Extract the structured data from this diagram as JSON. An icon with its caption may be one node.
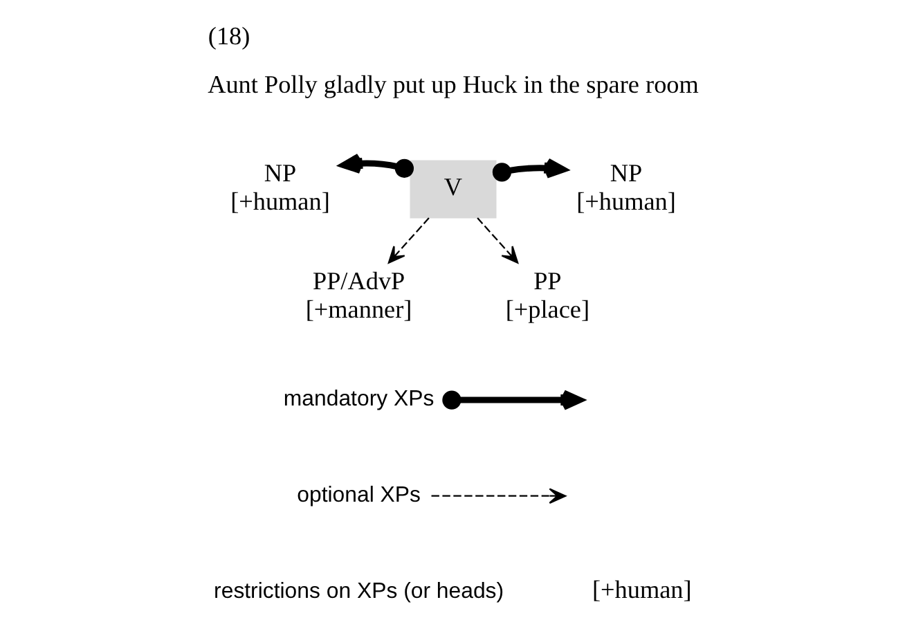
{
  "diagram": {
    "title": "(18)",
    "nodes": [
      {
        "text": [
          "NP",
          "[+human]"
        ]
      },
      {
        "text": [
          "V"
        ]
      },
      {
        "text": [
          "NP",
          "[+human]"
        ]
      },
      {
        "text": [
          "PP/AdvP",
          "[+manner]"
        ]
      },
      {
        "text": [
          "PP",
          "[+place]"
        ]
      }
    ],
    "edges": [
      {
        "from": 1,
        "to": 0,
        "arrow": "to",
        "style": "thick"
      },
      {
        "from": 1,
        "to": 2,
        "arrow": "to",
        "style": "thick"
      },
      {
        "from": 1,
        "to": 3,
        "arrow": "to",
        "style": "dashed"
      },
      {
        "from": 1,
        "to": 4,
        "arrow": "to",
        "style": "dashed"
      }
    ],
    "labels": [
      "Aunt Polly gladly put up Huck in the spare room",
      "[+human]"
    ],
    "legend": [
      {
        "text": "mandatory XPs"
      },
      {
        "text": "optional XPs"
      },
      {
        "text": "restrictions on XPs (or heads)"
      }
    ]
  }
}
